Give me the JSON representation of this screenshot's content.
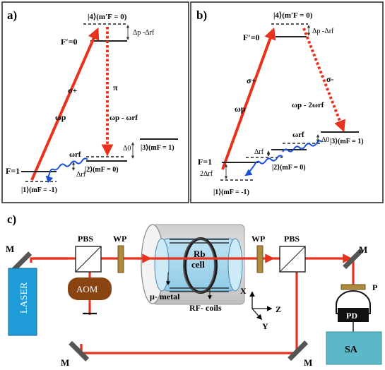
{
  "panel_a": {
    "label": "a)",
    "excited_state": "|4⟩(m′F = 0)",
    "excited_level": "F′=0",
    "detuning_top": "Δp -Δrf",
    "sigma_plus": "σ+",
    "omega_p": "ωp",
    "pi": "π",
    "omega_p_minus_rf": "ωp - ωrf",
    "omega_rf": "ωrf",
    "delta_rf": "Δrf",
    "delta_0": "Δ0",
    "state_3": "|3⟩(mF = 1)",
    "state_2": "|2⟩(mF = 0)",
    "ground_level": "F=1",
    "state_1": "|1⟩(mF = -1)"
  },
  "panel_b": {
    "label": "b)",
    "excited_state": "|4⟩(m′F = 0)",
    "excited_level": "F′=0",
    "detuning_top": "Δp -Δrf",
    "sigma_plus": "σ+",
    "omega_p": "ωp",
    "sigma_minus": "σ-",
    "omega_p_minus_2rf": "ωp - 2ωrf",
    "omega_rf_upper": "ωrf",
    "omega_rf_lower": "Δrf",
    "delta_0": "Δ0",
    "state_3": "|3⟩(mF = 1)",
    "state_2": "|2⟩(mF = 0)",
    "ground_level": "F=1",
    "two_delta_rf": "2Δrf",
    "state_1": "|1⟩(mF = -1)"
  },
  "panel_c": {
    "label": "c)",
    "mirror": "M",
    "pbs_left": "PBS",
    "wp_left": "WP",
    "wp_right": "WP",
    "pbs_right": "PBS",
    "rb_cell": "Rb\ncell",
    "rb_line1": "Rb",
    "rb_line2": "cell",
    "laser": "LASER",
    "aom": "AOM",
    "mu_metal": "μ- metal",
    "rf_coils": "RF- coils",
    "axis_x": "X",
    "axis_y": "Y",
    "axis_z": "Z",
    "polarizer": "P",
    "photodiode": "PD",
    "spectrum_analyzer": "SA"
  },
  "colors": {
    "laser_beam": "#e8321e",
    "rf_coupling": "#1a4fd6",
    "laser_box": "#1f9bd8",
    "aom_box": "#8a4412",
    "sa_box": "#5ab8c8",
    "waveplate": "#b08a3c"
  }
}
